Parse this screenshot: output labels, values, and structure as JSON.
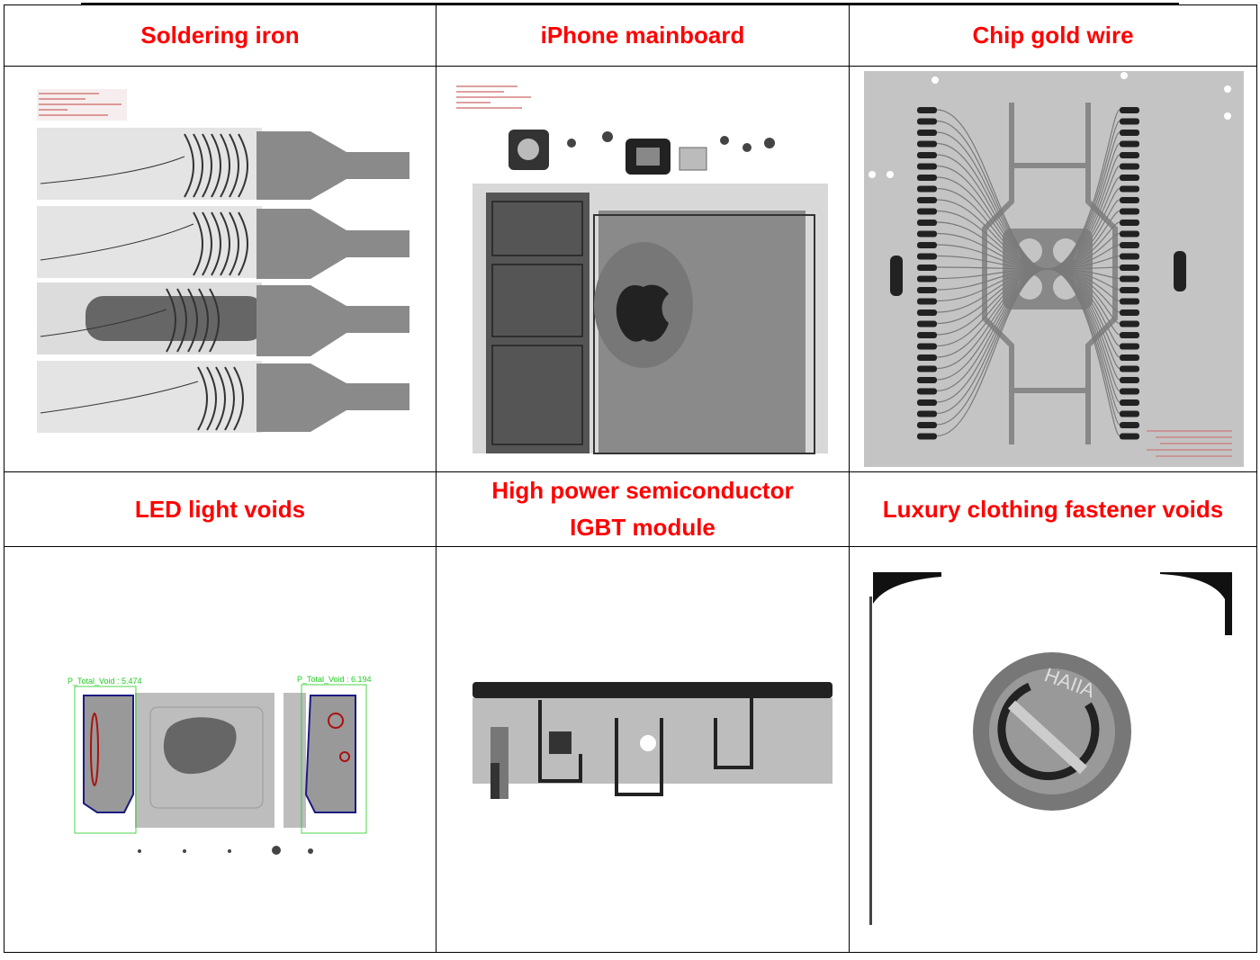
{
  "headings": {
    "soldering_iron": "Soldering iron",
    "iphone_mainboard": "iPhone mainboard",
    "chip_gold_wire": "Chip gold wire",
    "led_light_voids": "LED light voids",
    "igbt_line1": "High power semiconductor",
    "igbt_line2": "IGBT module",
    "fastener_voids": "Luxury clothing fastener voids"
  },
  "led_image": {
    "left_void_label": "P_Total_Void : 5.474",
    "right_void_label": "P_Total_Void : 6.194"
  },
  "colors": {
    "heading": "#ff0000",
    "void_label": "#22cc22"
  }
}
